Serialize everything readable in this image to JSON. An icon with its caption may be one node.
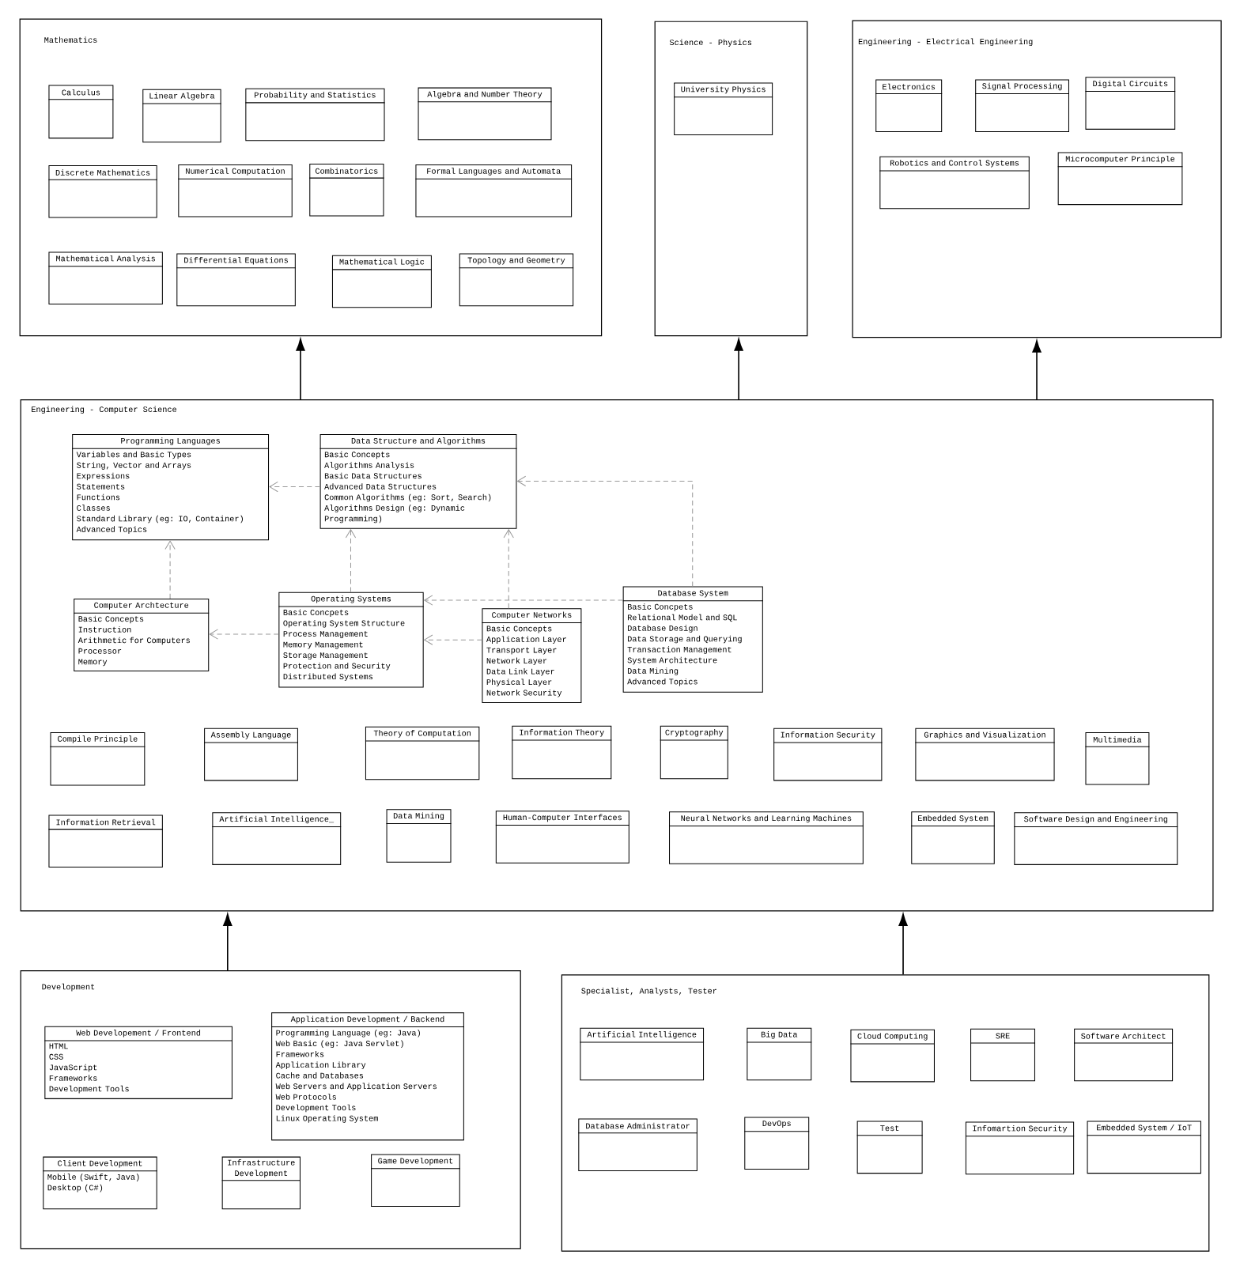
{
  "diagram": {
    "nodes": [
      {
        "text": [
          "Mathematics"
        ]
      },
      {
        "text": [
          "Calculus"
        ],
        "in": 0
      },
      {
        "text": [
          "Linear Algebra"
        ],
        "in": 0
      },
      {
        "text": [
          "Probability and Statistics"
        ],
        "in": 0
      },
      {
        "text": [
          "Algebra and Number Theory"
        ],
        "in": 0
      },
      {
        "text": [
          "Discrete Mathematics"
        ],
        "in": 0
      },
      {
        "text": [
          "Numerical Computation"
        ],
        "in": 0
      },
      {
        "text": [
          "Combinatorics"
        ],
        "in": 0
      },
      {
        "text": [
          "Formal Languages and Automata"
        ],
        "in": 0
      },
      {
        "text": [
          "Mathematical Analysis"
        ],
        "in": 0
      },
      {
        "text": [
          "Differential Equations"
        ],
        "in": 0
      },
      {
        "text": [
          "Mathematical Logic"
        ],
        "in": 0
      },
      {
        "text": [
          "Topology and Geometry"
        ],
        "in": 0
      },
      {
        "text": [
          "Science - Physics"
        ]
      },
      {
        "text": [
          "University Physics"
        ],
        "in": 13
      },
      {
        "text": [
          "Engineering - Electrical Engineering"
        ]
      },
      {
        "text": [
          "Electronics"
        ],
        "in": 15
      },
      {
        "text": [
          "Signal Processing"
        ],
        "in": 15
      },
      {
        "text": [
          "Digital Circuits"
        ],
        "in": 15
      },
      {
        "text": [
          "Robotics and Control Systems"
        ],
        "in": 15
      },
      {
        "text": [
          "Microcomputer Principle"
        ],
        "in": 15
      },
      {
        "text": [
          "Engineering - Computer Science"
        ]
      },
      {
        "text": [
          "Programming Languages",
          "Variables and Basic Types",
          "String, Vector and Arrays",
          "Expressions",
          "Statements",
          "Functions",
          "Classes",
          "Standard Library (eg: IO, Container)",
          "Advanced Topics"
        ],
        "in": 21
      },
      {
        "text": [
          "Data Structure and Algorithms",
          "Basic Concepts",
          "Algorithms Analysis",
          "Basic Data Structures",
          "Advanced Data Structures",
          "Common Algorithms (eg: Sort, Search)",
          "Algorithms Design (eg: Dynamic Programming)"
        ],
        "in": 21
      },
      {
        "text": [
          "Computer Archtecture",
          "Basic Concepts",
          "Instruction",
          "Arithmetic for Computers",
          "Processor",
          "Memory"
        ],
        "in": 21
      },
      {
        "text": [
          "Operating Systems",
          "Basic Concpets",
          "Operating System Structure",
          "Process Management",
          "Memory Management",
          "Storage Management",
          "Protection and Security",
          "Distributed Systems"
        ],
        "in": 21
      },
      {
        "text": [
          "Computer Networks",
          "Basic Concepts",
          "Application Layer",
          "Transport Layer",
          "Network Layer",
          "Data Link Layer",
          "Physical Layer",
          "Network Security"
        ],
        "in": 21
      },
      {
        "text": [
          "Database System",
          "Basic Concpets",
          "Relational Model and SQL",
          "Database Design",
          "Data Storage and Querying",
          "Transaction Management",
          "System Architecture",
          "Data Mining",
          "Advanced Topics"
        ],
        "in": 21
      },
      {
        "text": [
          "Compile Principle"
        ],
        "in": 21
      },
      {
        "text": [
          "Assembly Language"
        ],
        "in": 21
      },
      {
        "text": [
          "Theory of Computation"
        ],
        "in": 21
      },
      {
        "text": [
          "Information Theory"
        ],
        "in": 21
      },
      {
        "text": [
          "Cryptography"
        ],
        "in": 21
      },
      {
        "text": [
          "Information Security"
        ],
        "in": 21
      },
      {
        "text": [
          "Graphics and Visualization"
        ],
        "in": 21
      },
      {
        "text": [
          "Multimedia"
        ],
        "in": 21
      },
      {
        "text": [
          "Information Retrieval"
        ],
        "in": 21
      },
      {
        "text": [
          "Artificial Intelligence_"
        ],
        "in": 21
      },
      {
        "text": [
          "Data Mining"
        ],
        "in": 21
      },
      {
        "text": [
          "Human-Computer Interfaces"
        ],
        "in": 21
      },
      {
        "text": [
          "Neural Networks and Learning Machines"
        ],
        "in": 21
      },
      {
        "text": [
          "Embedded System"
        ],
        "in": 21
      },
      {
        "text": [
          "Software Design and Engineering"
        ],
        "in": 21
      },
      {
        "text": [
          "Development"
        ]
      },
      {
        "text": [
          "Web Developement / Frontend",
          "HTML",
          "CSS",
          "JavaScript",
          "Frameworks",
          "Development Tools"
        ],
        "in": 43
      },
      {
        "text": [
          "Application Development / Backend",
          "Programming Language (eg: Java)",
          "Web Basic (eg: Java Servlet)",
          "Frameworks",
          "Application Library",
          "Cache and Databases",
          "Web Servers and Application Servers",
          "Web Protocols",
          "Development Tools",
          "Linux Operating System"
        ],
        "in": 43
      },
      {
        "text": [
          "Client Development",
          "Mobile (Swift, Java)",
          "Desktop (C#)"
        ],
        "in": 43
      },
      {
        "text": [
          "Infrastructure Development"
        ],
        "in": 43
      },
      {
        "text": [
          "Game Development"
        ],
        "in": 43
      },
      {
        "text": [
          "Specialist, Analysts, Tester"
        ]
      },
      {
        "text": [
          "Artificial Intelligence"
        ],
        "in": 49
      },
      {
        "text": [
          "Big Data"
        ],
        "in": 49
      },
      {
        "text": [
          "Cloud Computing"
        ],
        "in": 49
      },
      {
        "text": [
          "SRE"
        ],
        "in": 49
      },
      {
        "text": [
          "Software Architect"
        ],
        "in": 49
      },
      {
        "text": [
          "Database Administrator"
        ],
        "in": 49
      },
      {
        "text": [
          "DevOps"
        ],
        "in": 49
      },
      {
        "text": [
          "Test"
        ],
        "in": 49
      },
      {
        "text": [
          "Infomartion Security"
        ],
        "in": 49
      },
      {
        "text": [
          "Embedded System / IoT"
        ],
        "in": 49
      }
    ],
    "edges": [
      {
        "from": 21,
        "to": 0,
        "arrow": "to",
        "color": "#000000"
      },
      {
        "from": 21,
        "to": 13,
        "arrow": "to",
        "color": "#000000"
      },
      {
        "from": 21,
        "to": 15,
        "arrow": "to",
        "color": "#000000"
      },
      {
        "from": 43,
        "to": 21,
        "arrow": "to",
        "color": "#000000"
      },
      {
        "from": 49,
        "to": 21,
        "arrow": "to",
        "color": "#000000"
      },
      {
        "from": 23,
        "to": 22,
        "arrow": "to",
        "style": "dashed"
      },
      {
        "from": 24,
        "to": 22,
        "arrow": "to",
        "style": "dashed"
      },
      {
        "from": 25,
        "to": 23,
        "arrow": "to",
        "style": "dashed"
      },
      {
        "from": 26,
        "to": 23,
        "arrow": "to",
        "style": "dashed"
      },
      {
        "from": 27,
        "to": 23,
        "arrow": "to",
        "style": "dashed"
      },
      {
        "from": 27,
        "to": 25,
        "arrow": "to",
        "style": "dashed"
      },
      {
        "from": 25,
        "to": 24,
        "arrow": "to",
        "style": "dashed"
      },
      {
        "from": 26,
        "to": 25,
        "arrow": "to",
        "style": "dashed"
      }
    ]
  }
}
